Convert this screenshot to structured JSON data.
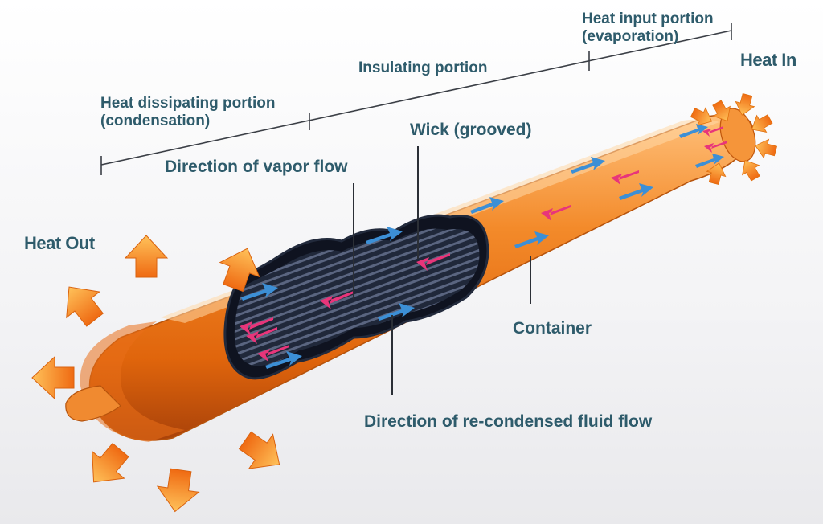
{
  "labels": {
    "heat_input_line1": "Heat input portion",
    "heat_input_line2": "(evaporation)",
    "heat_in": "Heat In",
    "insulating": "Insulating portion",
    "heat_dissipating_line1": "Heat dissipating portion",
    "heat_dissipating_line2": "(condensation)",
    "wick": "Wick (grooved)",
    "vapor_flow": "Direction of vapor flow",
    "heat_out": "Heat Out",
    "container": "Container",
    "recondensed_flow": "Direction of re-condensed fluid flow"
  },
  "colors": {
    "label_text": "#2e5b6b",
    "tube": "#f07a1a",
    "heat_arrow": "#f68a1e",
    "vapor_arrow": "#e8357a",
    "fluid_arrow": "#3c8fd6",
    "wick_dark": "#1c2233"
  }
}
